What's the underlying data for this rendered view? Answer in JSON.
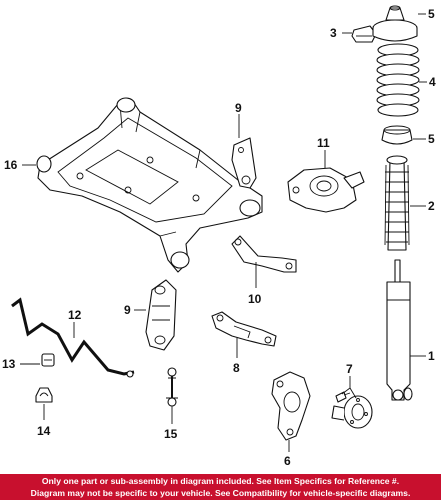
{
  "diagram": {
    "callouts": {
      "c1": "1",
      "c2": "2",
      "c3": "3",
      "c4": "4",
      "c5a": "5",
      "c5b": "5",
      "c6": "6",
      "c7": "7",
      "c8": "8",
      "c9a": "9",
      "c9b": "9",
      "c10": "10",
      "c11": "11",
      "c12": "12",
      "c13": "13",
      "c14": "14",
      "c15": "15",
      "c16": "16"
    }
  },
  "footer": {
    "line1": "Only one part or sub-assembly in diagram included. See Item Specifics for Reference #.",
    "line2": "Diagram may not be specific to your vehicle. See Compatibility for vehicle-specific diagrams.",
    "color": "#c8102e"
  }
}
